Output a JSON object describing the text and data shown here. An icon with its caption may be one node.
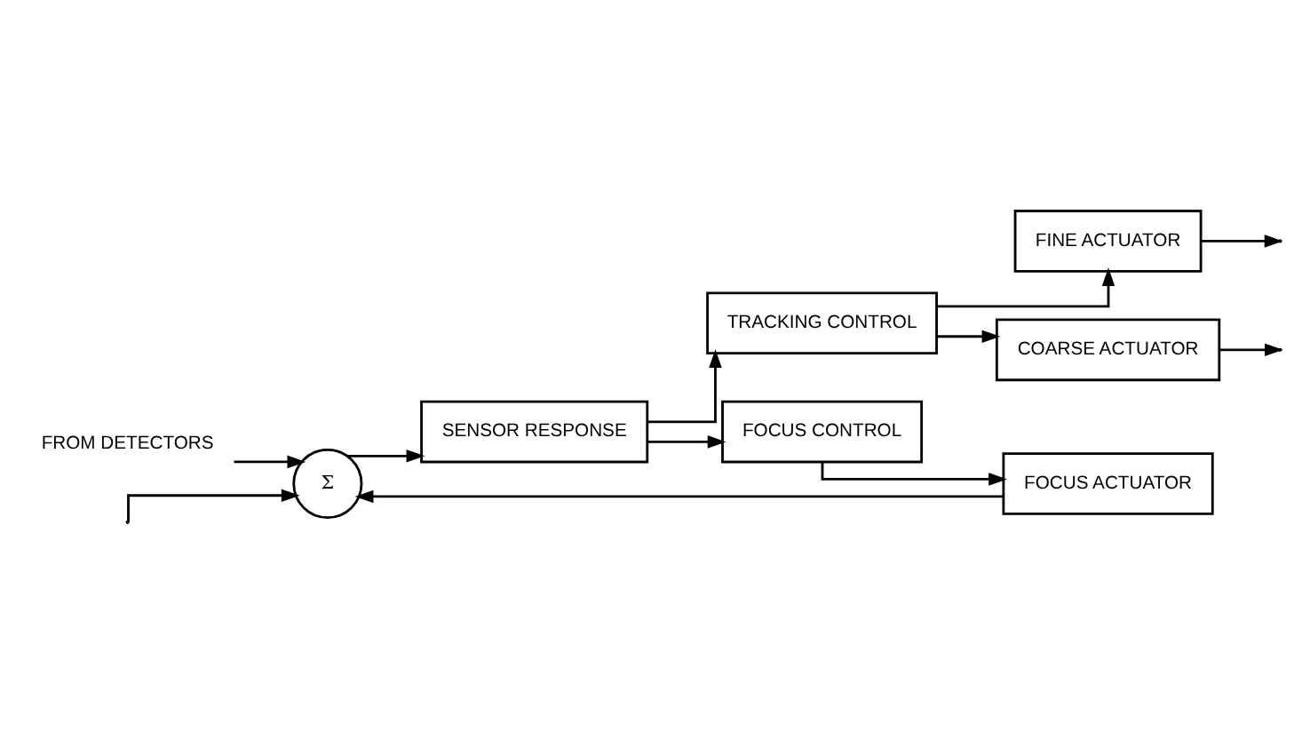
{
  "diagram": {
    "nodes": [
      {
        "text": [
          "FROM DETECTORS"
        ]
      },
      {
        "text": [
          "Σ"
        ]
      },
      {
        "text": [
          "SENSOR RESPONSE"
        ]
      },
      {
        "text": [
          "TRACKING CONTROL"
        ]
      },
      {
        "text": [
          "FINE ACTUATOR"
        ]
      },
      {
        "text": [
          "COARSE ACTUATOR"
        ]
      },
      {
        "text": [
          "FOCUS CONTROL"
        ]
      },
      {
        "text": [
          "FOCUS ACTUATOR"
        ]
      }
    ],
    "edges": [
      {
        "from": 0,
        "to": 1,
        "arrow": "to"
      },
      {
        "from": 1,
        "to": 2,
        "arrow": "to"
      },
      {
        "from": 2,
        "to": 3,
        "arrow": "to"
      },
      {
        "from": 3,
        "to": 4,
        "arrow": "to"
      },
      {
        "from": 3,
        "to": 5,
        "arrow": "to"
      },
      {
        "from": 4,
        "to": null,
        "arrow": "to"
      },
      {
        "from": 5,
        "to": null,
        "arrow": "to"
      },
      {
        "from": 2,
        "to": 6,
        "arrow": "to"
      },
      {
        "from": 6,
        "to": 7,
        "arrow": "to"
      },
      {
        "from": 7,
        "to": 1,
        "arrow": "to"
      },
      {
        "from": null,
        "to": 1,
        "arrow": "to"
      }
    ]
  }
}
